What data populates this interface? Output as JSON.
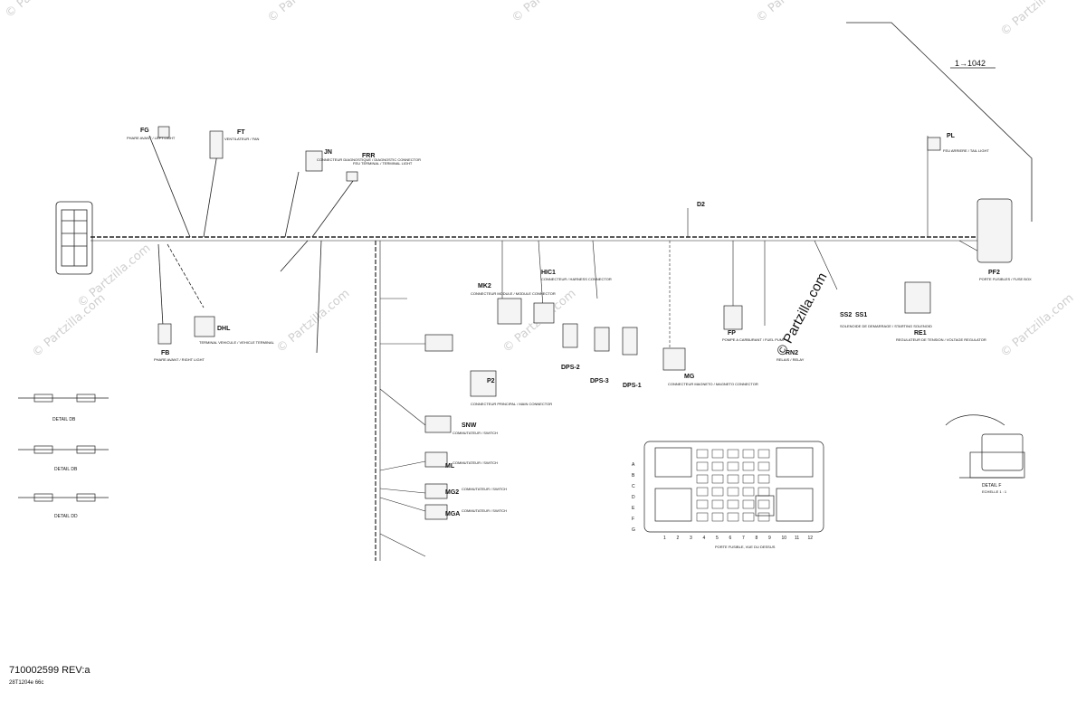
{
  "page": {
    "part_number": "710002599 REV:a",
    "drawing_ref": "28T1204e 66c",
    "watermark": "© Partzilla.com",
    "stamp": "© Partzilla.com",
    "range_label": "1→1042"
  },
  "connectors": [
    {
      "code": "FG",
      "desc": "PHARE AVANT / LEFT LIGHT"
    },
    {
      "code": "FT",
      "desc": "VENTILATEUR / FAN"
    },
    {
      "code": "JN",
      "desc": "CONNECTEUR DIAGNOSTIQUE / DIAGNOSTIC CONNECTOR"
    },
    {
      "code": "FRR",
      "desc": "FEU TERMINAL / TERMINAL LIGHT"
    },
    {
      "code": "FB",
      "desc": "PHARE AVANT / RIGHT LIGHT"
    },
    {
      "code": "DHL",
      "desc": "TERMINAL VEHICULE / VEHICLE TERMINAL"
    },
    {
      "code": "MK2",
      "desc": "CONNECTEUR MODULE / MODULE CONNECTOR"
    },
    {
      "code": "HIC1",
      "desc": "CONNECTEUR / HARNESS CONNECTOR"
    },
    {
      "code": "P2",
      "desc": "CONNECTEUR PRINCIPAL / MAIN CONNECTOR"
    },
    {
      "code": "FP",
      "desc": "POMPE A CARBURANT / FUEL PUMP"
    },
    {
      "code": "RN2",
      "desc": "RELAIS / RELAY"
    },
    {
      "code": "SS2",
      "desc": "SOLENOIDE DE DEMARRAGE / STARTING SOLENOID"
    },
    {
      "code": "SS1",
      "desc": ""
    },
    {
      "code": "RE1",
      "desc": "REGULATEUR DE TENSION / VOLTAGE REGULATOR"
    },
    {
      "code": "PF2",
      "desc": "PORTE FUSIBLES / FUSE BOX"
    },
    {
      "code": "PL",
      "desc": "FEU ARRIERE / TAIL LIGHT"
    },
    {
      "code": "DPS-2",
      "desc": ""
    },
    {
      "code": "DPS-3",
      "desc": ""
    },
    {
      "code": "DPS-1",
      "desc": ""
    },
    {
      "code": "MG",
      "desc": "CONNECTEUR MAGNETO / MAGNETO CONNECTOR"
    },
    {
      "code": "SNW",
      "desc": "COMMUTATEUR / SWITCH"
    },
    {
      "code": "ML",
      "desc": "COMMUTATEUR / SWITCH"
    },
    {
      "code": "MG2",
      "desc": "COMMUTATEUR / SWITCH"
    },
    {
      "code": "MGA",
      "desc": "COMMUTATEUR / SWITCH"
    },
    {
      "code": "D2",
      "desc": ""
    }
  ],
  "details": {
    "detail_db_1": "DETAIL DB",
    "detail_db_2": "DETAIL DB",
    "detail_dd": "DETAIL DD",
    "detail_f": "DETAIL F",
    "detail_f_scale": "ECHELLE 1 : 1",
    "fuse_view": "PORTE FUSIBLE, VUE DU DESSUS"
  },
  "fuse_box": {
    "row_letters": [
      "A",
      "B",
      "C",
      "D",
      "E",
      "F",
      "G"
    ],
    "col_numbers": [
      "1",
      "2",
      "3",
      "4",
      "5",
      "6",
      "7",
      "8",
      "9",
      "10",
      "11",
      "12"
    ]
  },
  "colors": {
    "line": "#222222",
    "watermark": "#cfcfcf"
  }
}
